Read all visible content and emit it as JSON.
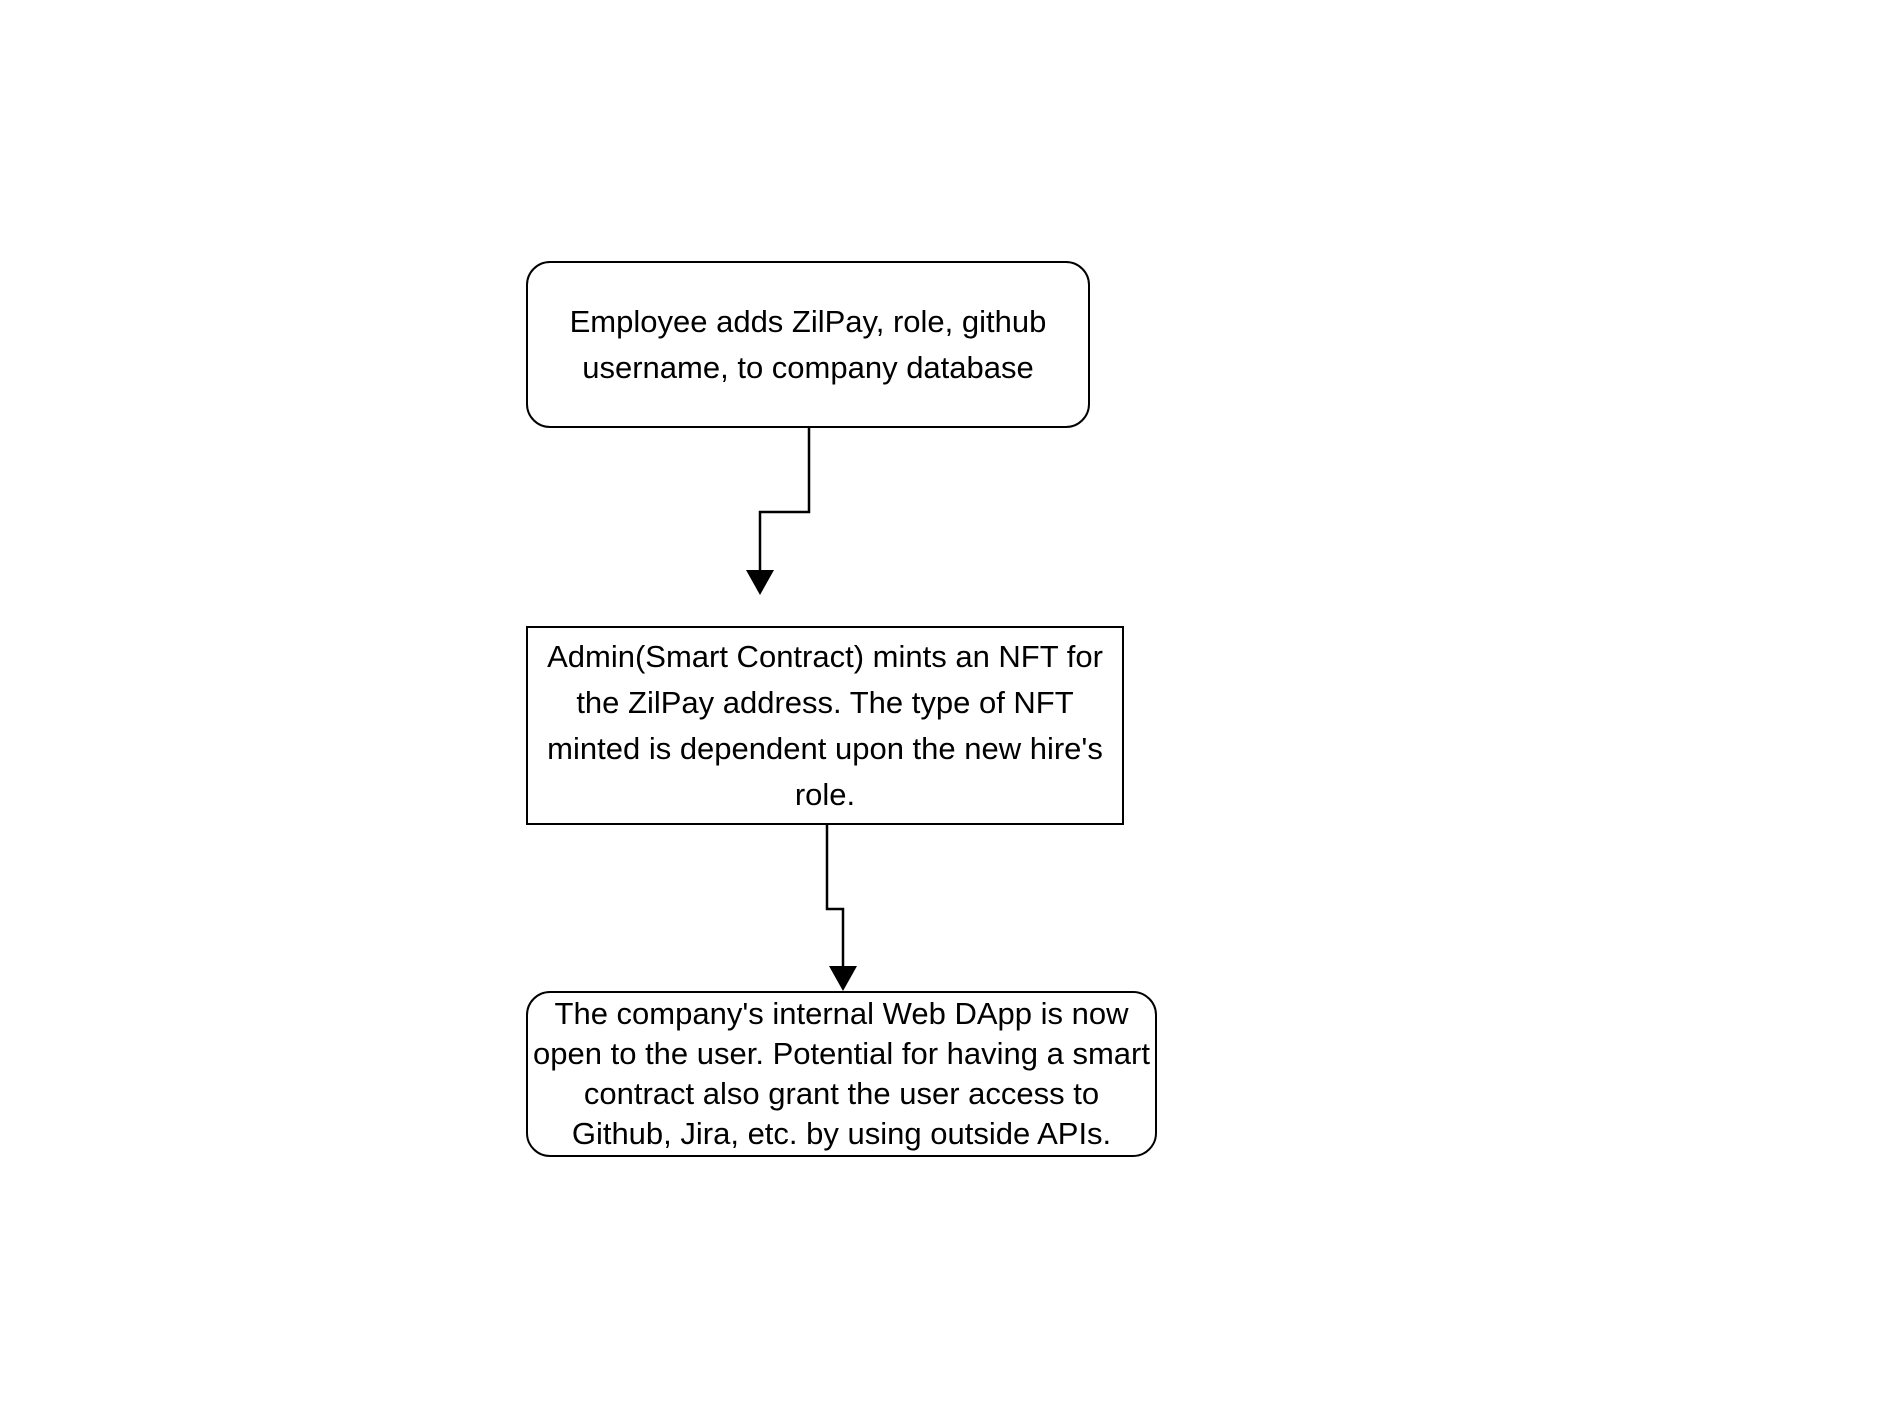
{
  "diagram": {
    "type": "flowchart",
    "nodes": [
      {
        "id": "employee-adds-info",
        "shape": "rounded-rectangle",
        "text": "Employee adds ZilPay, role, github username, to company database"
      },
      {
        "id": "admin-mints-nft",
        "shape": "rectangle",
        "text": "Admin(Smart Contract) mints an NFT for the ZilPay address. The type of NFT minted is dependent upon the new hire's role."
      },
      {
        "id": "dapp-open",
        "shape": "rounded-rectangle",
        "text": "The company's internal Web DApp is now open to the user. Potential for having a smart contract also grant the user access to Github, Jira, etc. by using outside APIs."
      }
    ],
    "edges": [
      {
        "from": "employee-adds-info",
        "to": "admin-mints-nft",
        "style": "orthogonal-arrow"
      },
      {
        "from": "admin-mints-nft",
        "to": "dapp-open",
        "style": "orthogonal-arrow"
      }
    ],
    "colors": {
      "stroke": "#000000",
      "fill": "#ffffff",
      "background": "#ffffff",
      "text": "#000000"
    }
  }
}
